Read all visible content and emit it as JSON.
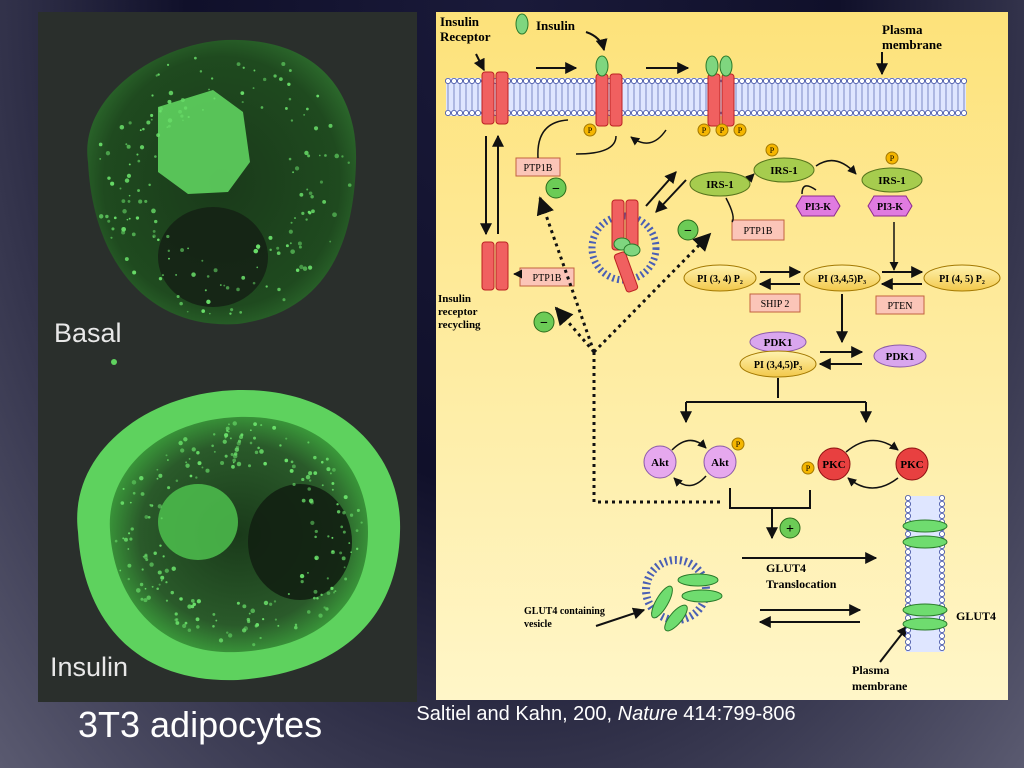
{
  "micrograph": {
    "label_basal": "Basal",
    "label_insulin": "Insulin"
  },
  "slide": {
    "title": "3T3 adipocytes",
    "citation_pre": "Saltiel and Kahn, 200,",
    "citation_journal": "Nature",
    "citation_post": "414:799-806"
  },
  "diagram": {
    "insulin_receptor": [
      "Insulin",
      "Receptor"
    ],
    "insulin": "Insulin",
    "plasma_membrane_top": [
      "Plasma",
      "membrane"
    ],
    "receptor_recycling": [
      "Insulin",
      "receptor",
      "recycling"
    ],
    "ptp1b": "PTP1B",
    "irs1": "IRS-1",
    "pi3k": "PI3-K",
    "p": "P",
    "pi34p2": "PI (3, 4) P₂",
    "pi345p3": "PI (3,4,5)P₃",
    "pi45p2": "PI (4, 5) P₂",
    "ship2": "SHIP 2",
    "pten": "PTEN",
    "pdk1": "PDK1",
    "pdk1_pi345p3": "PI (3,4,5)P₃",
    "akt": "Akt",
    "pkc": "PKC",
    "minus": "−",
    "plus": "+",
    "glut4_translocation": [
      "GLUT4",
      "Translocation"
    ],
    "glut4_vesicle": [
      "GLUT4 containing",
      "vesicle"
    ],
    "glut4": "GLUT4",
    "plasma_membrane_bottom": [
      "Plasma",
      "membrane"
    ]
  }
}
